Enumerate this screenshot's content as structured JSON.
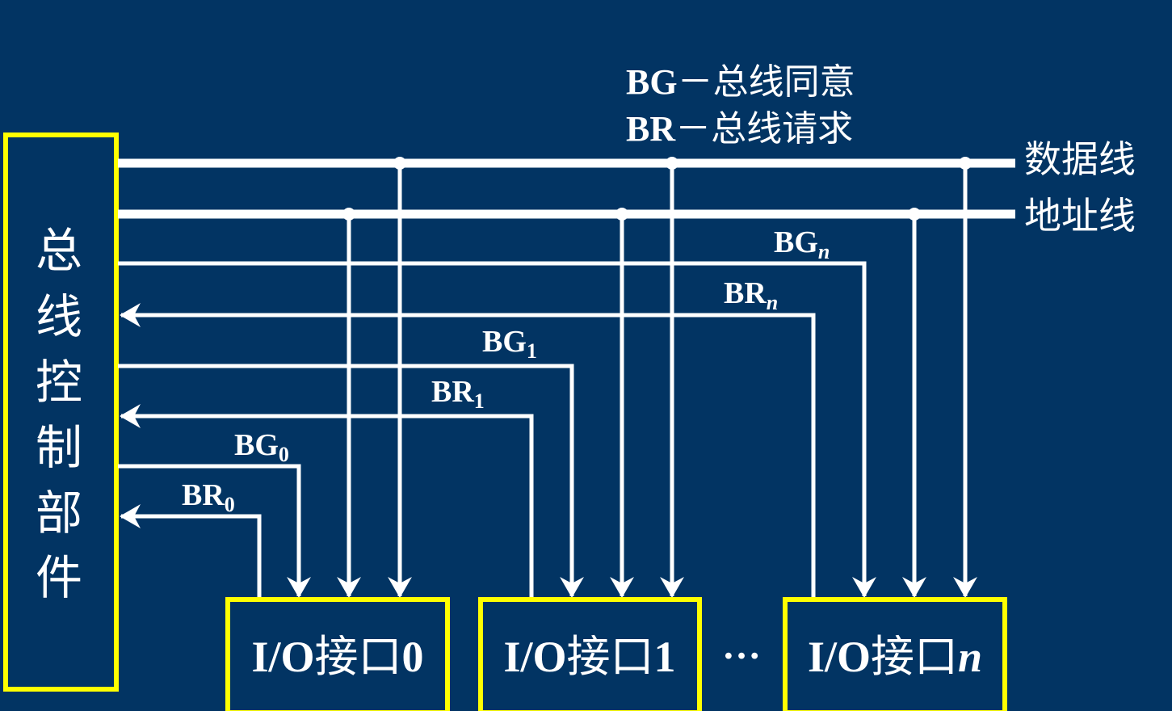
{
  "colors": {
    "background": "#023463",
    "line": "#ffffff",
    "box_border": "#ffff00"
  },
  "legend": {
    "bg_code": "BG",
    "bg_text": "－总线同意",
    "br_code": "BR",
    "br_text": "－总线请求"
  },
  "buses": {
    "data": "数据线",
    "address": "地址线"
  },
  "controller": {
    "chars": [
      "总",
      "线",
      "控",
      "制",
      "部",
      "件"
    ]
  },
  "signals": {
    "bgn": {
      "base": "BG",
      "sub": "n"
    },
    "brn": {
      "base": "BR",
      "sub": "n"
    },
    "bg1": {
      "base": "BG",
      "sub": "1"
    },
    "br1": {
      "base": "BR",
      "sub": "1"
    },
    "bg0": {
      "base": "BG",
      "sub": "0"
    },
    "br0": {
      "base": "BR",
      "sub": "0"
    }
  },
  "interfaces": [
    {
      "prefix": "I/O",
      "name": "接口",
      "index": "0"
    },
    {
      "prefix": "I/O",
      "name": "接口",
      "index": "1"
    },
    {
      "prefix": "I/O",
      "name": "接口",
      "index": "n"
    }
  ],
  "ellipsis": "…"
}
